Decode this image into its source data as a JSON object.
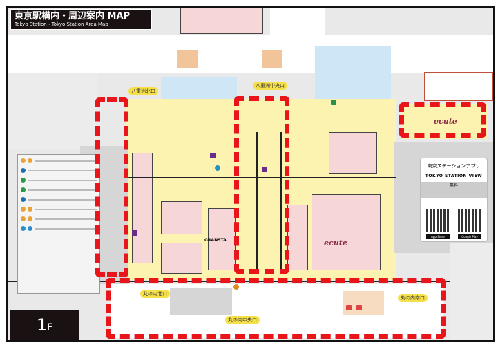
{
  "header": {
    "title_jp": "東京駅構内・周辺案内 MAP",
    "title_en": "Tokyo Station・Tokyo Station Area Map"
  },
  "floor": {
    "label": "1",
    "suffix": "F"
  },
  "exits": {
    "yaesu_north": "八重洲北口",
    "yaesu_central": "八重洲中央口",
    "marunouchi_north": "丸の内北口",
    "marunouchi_central": "丸の内中央口",
    "marunouchi_south": "丸の内南口"
  },
  "areas": {
    "ecute_top": "ecute",
    "ecute_center": "ecute",
    "gransta": "GRANSTA"
  },
  "app_panel": {
    "title": "東京ステーションアプリ",
    "subtitle": "TOKYO STATION VIEW",
    "free_label": "無料",
    "ios_label": "App Store",
    "android_label": "Google Play"
  },
  "colors": {
    "highlight": "#e8161b",
    "concourse": "#fdf3b0",
    "shop": "#f7d6d8",
    "gate_area": "#cfe6f6",
    "exit_label": "#f6e04a"
  }
}
